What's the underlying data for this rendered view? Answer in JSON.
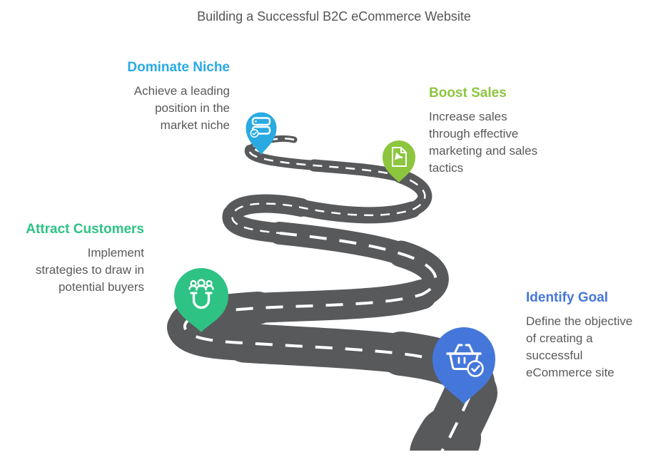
{
  "title": "Building a Successful B2C eCommerce Website",
  "colors": {
    "road": "#58595B",
    "road_dash": "#FFFFFF",
    "title_text": "#545557",
    "body_text": "#58595B"
  },
  "milestones": [
    {
      "id": "dominate-niche",
      "label": "Dominate Niche",
      "description": "Achieve a leading\nposition in the\nmarket niche",
      "color": "#29ABE2",
      "icon": "server-list-pin-icon"
    },
    {
      "id": "boost-sales",
      "label": "Boost Sales",
      "description": "Increase sales\nthrough effective\nmarketing and sales\ntactics",
      "color": "#8CC63F",
      "icon": "marketing-flyer-pin-icon"
    },
    {
      "id": "attract-customers",
      "label": "Attract Customers",
      "description": "Implement\nstrategies to draw in\npotential buyers",
      "color": "#2EC284",
      "icon": "magnet-audience-pin-icon"
    },
    {
      "id": "identify-goal",
      "label": "Identify Goal",
      "description": "Define the objective\nof creating a\nsuccessful\neCommerce site",
      "color": "#4577DB",
      "icon": "basket-check-pin-icon"
    }
  ]
}
